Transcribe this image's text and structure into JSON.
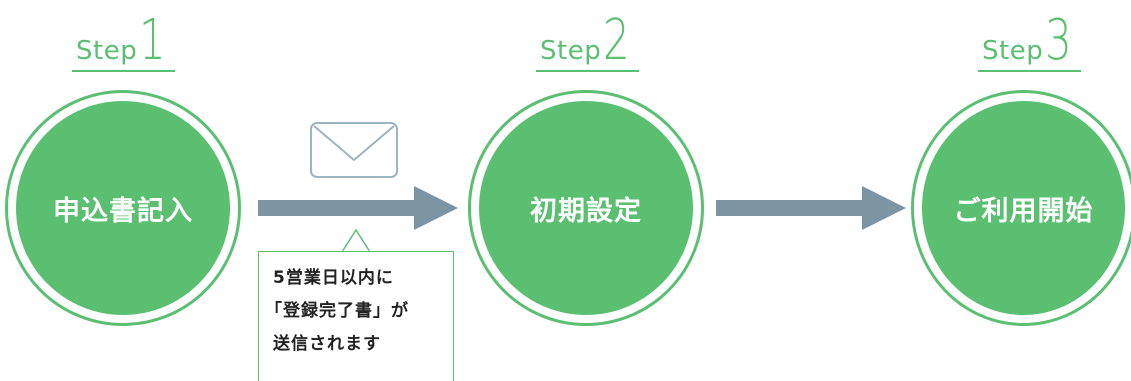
{
  "step_word": "Step",
  "steps": [
    {
      "number": "1",
      "label": "申込書記入"
    },
    {
      "number": "2",
      "label": "初期設定"
    },
    {
      "number": "3",
      "label": "ご利用開始"
    }
  ],
  "callout": {
    "lines": [
      "5営業日以内に",
      "「登録完了書」が",
      "送信されます"
    ]
  },
  "colors": {
    "green": "#5bbf72",
    "arrow": "#7d95a3",
    "mail_outline": "#9cb3c0"
  },
  "icons": [
    "envelope-icon",
    "right-arrow"
  ]
}
